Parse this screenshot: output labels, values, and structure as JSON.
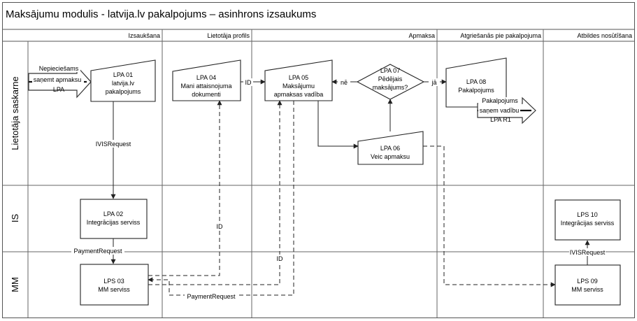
{
  "title": "Maksājumu modulis - latvija.lv pakalpojums – asinhrons izsaukums",
  "columns": [
    "Izsaukšana",
    "Lietotāja profils",
    "Apmaksa",
    "Atgriešanās pie pakalpojuma",
    "Atbildes nosūtīšana"
  ],
  "lanes": [
    "Lietotāja saskarne",
    "IS",
    "MM"
  ],
  "nodes": {
    "lpa01": {
      "id": "LPA 01",
      "l1": "latvija.lv",
      "l2": "pakalpojums"
    },
    "lpa02": {
      "id": "LPA 02",
      "l1": "Integrācijas serviss"
    },
    "lps03": {
      "id": "LPS 03",
      "l1": "MM serviss"
    },
    "lpa04": {
      "id": "LPA 04",
      "l1": "Mani attaisnojuma",
      "l2": "dokumenti"
    },
    "lpa05": {
      "id": "LPA 05",
      "l1": "Maksājumu",
      "l2": "apmaksas vadība"
    },
    "lpa06": {
      "id": "LPA 06",
      "l1": "Veic apmaksu"
    },
    "lpa07": {
      "id": "LPA 07",
      "l1": "Pēdējais",
      "l2": "maksājums?"
    },
    "lpa08": {
      "id": "LPA 08",
      "l1": "Pakalpojums"
    },
    "lps09": {
      "id": "LPS 09",
      "l1": "MM serviss"
    },
    "lps10": {
      "id": "LPS 10",
      "l1": "Integrācijas serviss"
    }
  },
  "arrows": {
    "start": {
      "l1": "Nepieciešams",
      "l2": "saņemt apmaksu",
      "l3": "LPA"
    },
    "end": {
      "l1": "Pakalpojums",
      "l2": "saņem vadību",
      "l3": "LPA R1"
    }
  },
  "labels": {
    "ivis1": "IVISRequest",
    "payment1": "PaymentRequest",
    "payment2": "PaymentRequest",
    "id_top": "ID",
    "id_mid": "ID",
    "id_low": "ID",
    "ne": "nē",
    "ja": "jā",
    "ivis2": "IVISRequest"
  }
}
